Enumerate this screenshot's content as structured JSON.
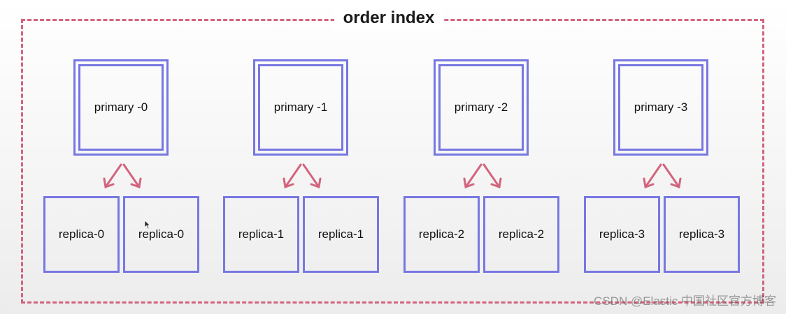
{
  "index": {
    "title": "order index"
  },
  "shards": [
    {
      "primary": "primary -0",
      "replicas": [
        "replica-0",
        "replica-0"
      ]
    },
    {
      "primary": "primary -1",
      "replicas": [
        "replica-1",
        "replica-1"
      ]
    },
    {
      "primary": "primary -2",
      "replicas": [
        "replica-2",
        "replica-2"
      ]
    },
    {
      "primary": "primary -3",
      "replicas": [
        "replica-3",
        "replica-3"
      ]
    }
  ],
  "colors": {
    "box_border": "#7777e2",
    "index_border": "#d2647e",
    "arrow": "#d2647e"
  },
  "watermark": "CSDN @Elastic 中国社区官方博客"
}
